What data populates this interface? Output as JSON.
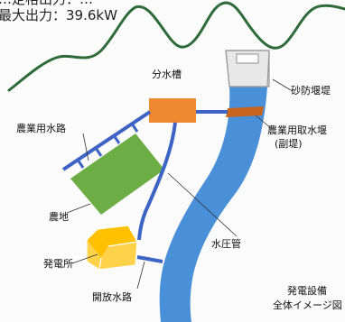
{
  "header": {
    "line1": "…定格出力：…",
    "line2": "最大出力：39.6kW"
  },
  "labels": {
    "distribution_tank": "分水槽",
    "sabo_dam": "砂防堰堤",
    "farm_channel": "農業用水路",
    "intake_weir_1": "農業用取水堰",
    "intake_weir_2": "(副堤)",
    "farmland": "農地",
    "penstock": "水圧管",
    "powerhouse": "発電所",
    "tailrace": "開放水路",
    "caption_1": "発電設備",
    "caption_2": "全体イメージ図"
  },
  "colors": {
    "mountain": "#2f6b3a",
    "river": "#4a90d9",
    "pipe": "#3d63c4",
    "tank": "#f08a32",
    "weir": "#c8641c",
    "farm": "#6cae45",
    "powerhouse": "#ffc000",
    "dam": "#e8e8e8"
  }
}
